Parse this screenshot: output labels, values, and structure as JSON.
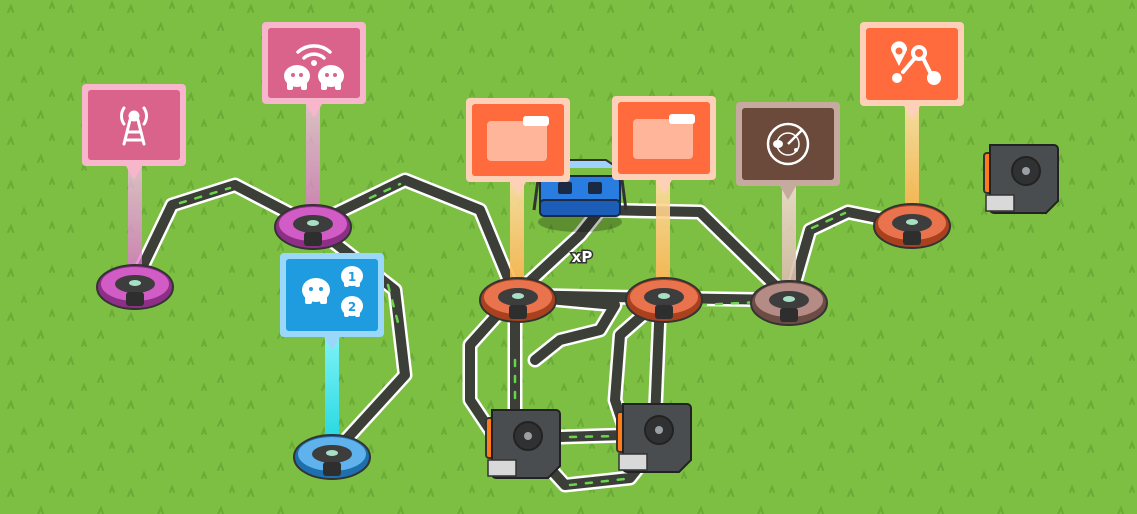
{
  "colors": {
    "grass": "#7cbf42",
    "grass_tuft": "#6aaa36",
    "track_dark": "#3b3f38",
    "track_edge": "#ffffff",
    "signal_green": "#68d64a",
    "pink": "#d9638a",
    "pink_border": "#f7b6cb",
    "magenta_node": "#c24bb8",
    "blue": "#1f9be0",
    "blue_border": "#9ad8fb",
    "orange": "#ff6b3d",
    "orange_border": "#ffd0b8",
    "brown": "#6b4a3c",
    "brown_border": "#c6aaa0",
    "robot_blue": "#2a7de0"
  },
  "nodes": [
    {
      "name": "node-broadcast",
      "color": "pink",
      "icon": "radio-tower-icon"
    },
    {
      "name": "node-wifi-group",
      "color": "pink",
      "icon": "wifi-group-icon"
    },
    {
      "name": "node-pair-split",
      "color": "blue",
      "icon": "numbered-pair-icon"
    },
    {
      "name": "node-folder-1",
      "color": "orange",
      "icon": "folder-icon"
    },
    {
      "name": "node-folder-2",
      "color": "orange",
      "icon": "folder-icon"
    },
    {
      "name": "node-radar",
      "color": "brown",
      "icon": "radar-icon"
    },
    {
      "name": "node-route",
      "color": "orange",
      "icon": "route-icon"
    }
  ],
  "badges": {
    "first": "1",
    "second": "2"
  },
  "robot": {
    "label": "xP"
  },
  "machines": [
    {
      "name": "machine-storage-1",
      "icon": "cassette-machine-icon"
    },
    {
      "name": "machine-storage-2",
      "icon": "cassette-machine-icon"
    },
    {
      "name": "machine-storage-3",
      "icon": "cassette-machine-icon"
    }
  ]
}
